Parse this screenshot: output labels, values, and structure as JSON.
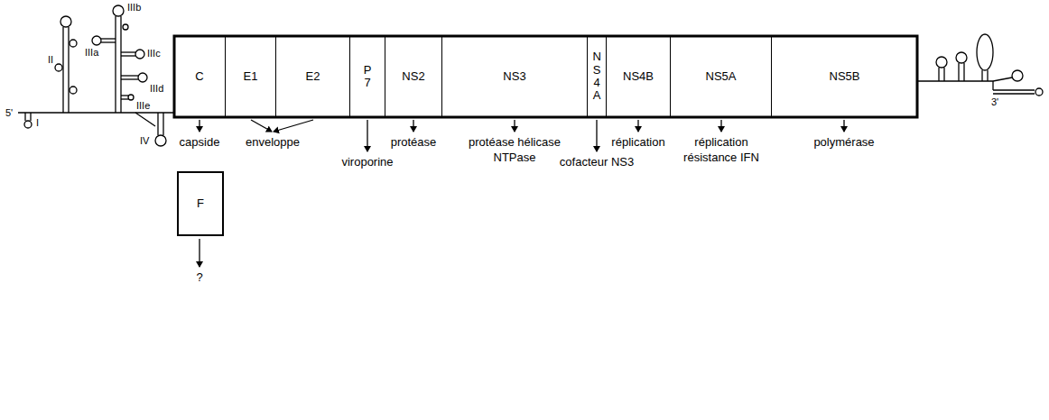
{
  "diagram": {
    "nodes": [
      {
        "text": [
          "C"
        ]
      },
      {
        "text": [
          "E1"
        ]
      },
      {
        "text": [
          "E2"
        ]
      },
      {
        "text": [
          "P7"
        ]
      },
      {
        "text": [
          "NS2"
        ]
      },
      {
        "text": [
          "NS3"
        ]
      },
      {
        "text": [
          "NS4A"
        ]
      },
      {
        "text": [
          "NS4B"
        ]
      },
      {
        "text": [
          "NS5A"
        ]
      },
      {
        "text": [
          "NS5B"
        ]
      },
      {
        "text": [
          "F"
        ]
      }
    ],
    "labels": [
      "5'",
      "I",
      "II",
      "IIIa",
      "IIIb",
      "IIIc",
      "IIId",
      "IIIe",
      "IV",
      "3'",
      "capside",
      "enveloppe",
      "viroporine",
      "protéase",
      "protéase hélicase NTPase",
      "cofacteur NS3",
      "réplication",
      "réplication résistance IFN",
      "polymérase",
      "?"
    ]
  }
}
